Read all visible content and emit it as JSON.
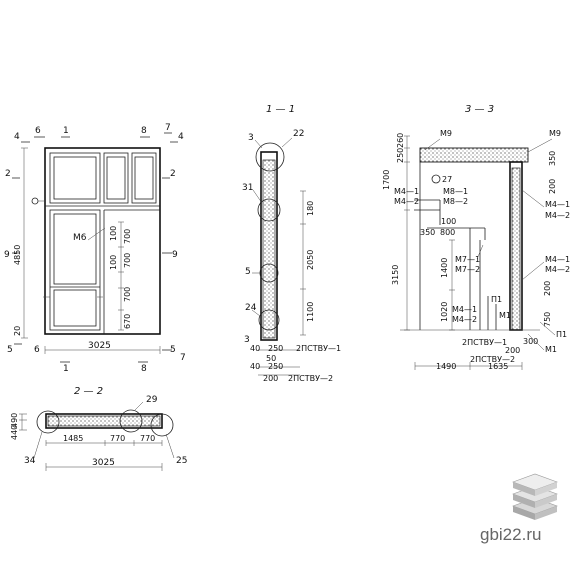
{
  "site": {
    "watermark": "gbi22.ru"
  },
  "section_titles": {
    "s11": "1 — 1",
    "s22": "2 — 2",
    "s33": "3 — 3"
  },
  "elevation": {
    "marks": {
      "m4": "4",
      "m6": "6",
      "m1": "1",
      "m8": "8",
      "m7": "7",
      "m14": "4",
      "m2l": "2",
      "m2r": "2",
      "m9l": "9",
      "m9r": "9",
      "m5l": "5",
      "m6b": "6",
      "m1b": "1",
      "m8b": "8",
      "m7b": "7",
      "m5r": "5"
    },
    "dims": {
      "height": "4850",
      "bottom": "20",
      "width": "3025",
      "d100": "100",
      "d700a": "700",
      "d700b": "700",
      "d700c": "700",
      "d670": "670",
      "d100b": "100"
    },
    "labels": {
      "m6": "M6"
    }
  },
  "section11": {
    "callouts": {
      "c3": "3",
      "c22": "22",
      "c31": "31",
      "c5": "5",
      "c24": "24",
      "c3b": "3"
    },
    "dims": {
      "d180": "180",
      "d2050": "2050",
      "d1100": "1100",
      "d40a": "40",
      "d250": "250",
      "d40b": "40",
      "d50": "50",
      "d250b": "250",
      "d200": "200"
    },
    "labels": {
      "panel1": "2ПСТВУ—1",
      "panel2": "2ПСТВУ—2"
    }
  },
  "section22": {
    "callouts": {
      "c29": "29",
      "c34": "34",
      "c25": "25"
    },
    "dims": {
      "d490": "490",
      "d440": "440",
      "d1485": "1485",
      "d770a": "770",
      "d770b": "770",
      "d3025": "3025"
    }
  },
  "section33": {
    "labels": {
      "m9l": "M9",
      "m9r": "M9",
      "m41a": "M4—1",
      "m42a": "M4—2",
      "m81": "M8—1",
      "m82": "M8—2",
      "m41r": "M4—1",
      "m42r": "M4—2",
      "m71": "M7—1",
      "m72": "M7—2",
      "m41b": "M4—1",
      "m42b": "M4—2",
      "m41c": "M4—1",
      "m42c": "M4—2",
      "m1a": "M1",
      "m1b": "M1",
      "p1a": "П1",
      "p1b": "П1",
      "c27": "27",
      "panel": "2ПСТВУ—1",
      "panel2": "2ПСТВУ—2"
    },
    "dims": {
      "d260": "260",
      "d250": "250",
      "d1700": "1700",
      "d3150": "3150",
      "d100": "100",
      "d350": "350",
      "d800": "800",
      "d1400": "1400",
      "d1020": "1020",
      "d350r": "350",
      "d200r": "200",
      "d200b": "200",
      "d300": "300",
      "d200c": "200",
      "d1490": "1490",
      "d1635": "1635",
      "d750": "750"
    }
  }
}
